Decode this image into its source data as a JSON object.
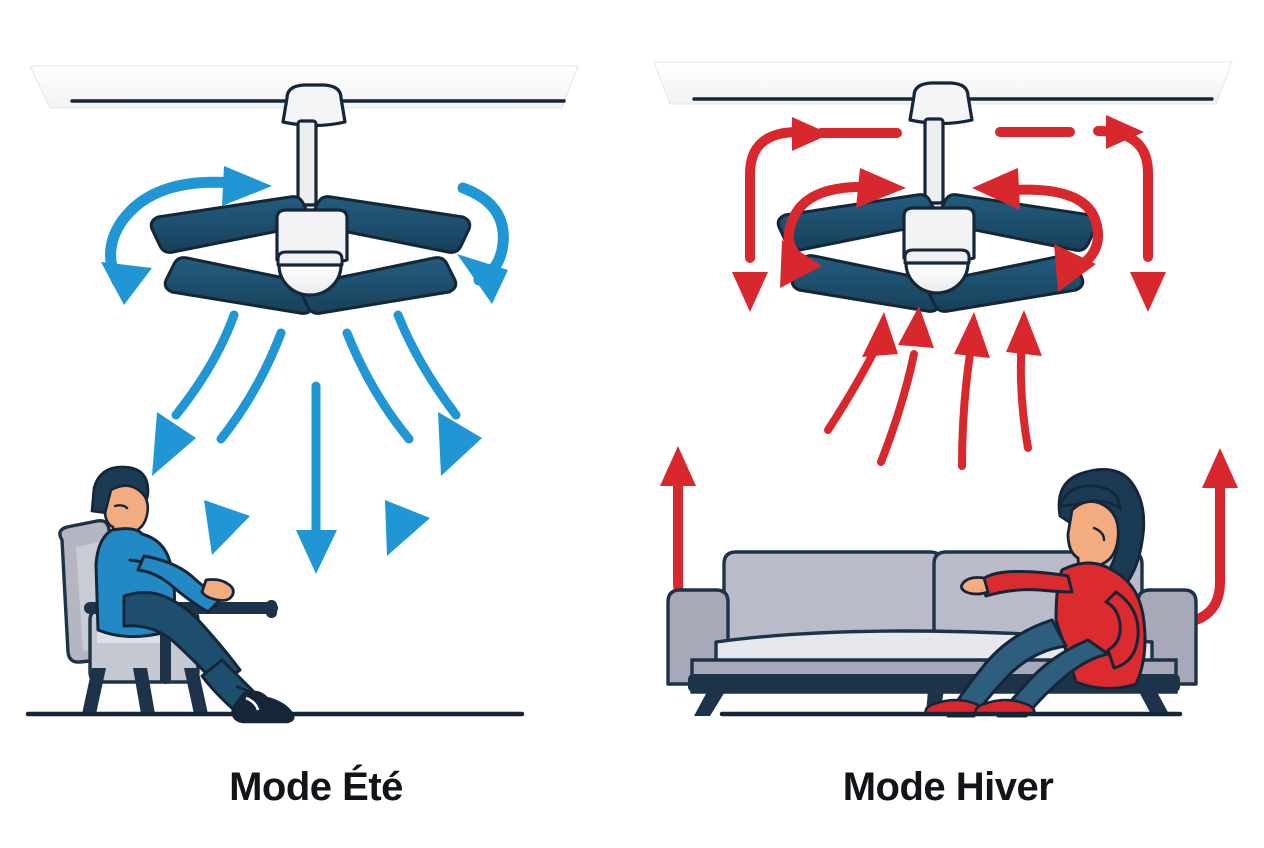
{
  "figure": {
    "type": "comparison-diagram",
    "subject": "ceiling-fan-rotation-direction",
    "background_color": "#ffffff",
    "panel_count": 2
  },
  "panels": [
    {
      "id": "summer",
      "caption": "Mode Été",
      "airflow_direction": "downward",
      "accent_color": "#2196d4",
      "rotation_label": "counter-clockwise",
      "person": {
        "pose": "seated",
        "furniture": "armchair",
        "shirt_color": "#2389c4",
        "hair_color": "#1b3a53",
        "skin_color": "#f2ac7f",
        "trousers_color": "#1d4e6e"
      },
      "arrows": {
        "downflow_count": 5,
        "rotation_arcs": 2
      }
    },
    {
      "id": "winter",
      "caption": "Mode Hiver",
      "airflow_direction": "upward-and-circulating",
      "accent_color": "#d9272e",
      "rotation_label": "clockwise",
      "person": {
        "pose": "seated",
        "furniture": "sofa",
        "shirt_color": "#dc2b2f",
        "hair_color": "#1b3a53",
        "skin_color": "#f2ac7f",
        "trousers_color": "#2d5e7e",
        "shoe_color": "#d9272e"
      },
      "arrows": {
        "upflow_count": 4,
        "rotation_arcs": 2,
        "circulation_loops": 2
      }
    }
  ],
  "palette": {
    "outline": "#152638",
    "blade_dark": "#1d4e6e",
    "blade_shadow": "#17405a",
    "ceiling_fill": "#f7f8f9",
    "ceiling_edge": "#152638",
    "housing_fill": "#eceef0",
    "housing_light": "#fbfcfc",
    "blue_arrow": "#2196d4",
    "blue_arrow_dark": "#1b87c4",
    "red_arrow": "#d9272e",
    "red_arrow_dark": "#c01f26",
    "sofa_fill": "#a7a9b8",
    "sofa_light": "#b9bbc8",
    "sofa_seat": "#e7e8ee",
    "chair_fill": "#b4b6c2",
    "chair_frame": "#1d3349",
    "floor_line": "#152638",
    "caption_color": "#111418"
  },
  "captions": {
    "left": "Mode Été",
    "right": "Mode Hiver"
  }
}
